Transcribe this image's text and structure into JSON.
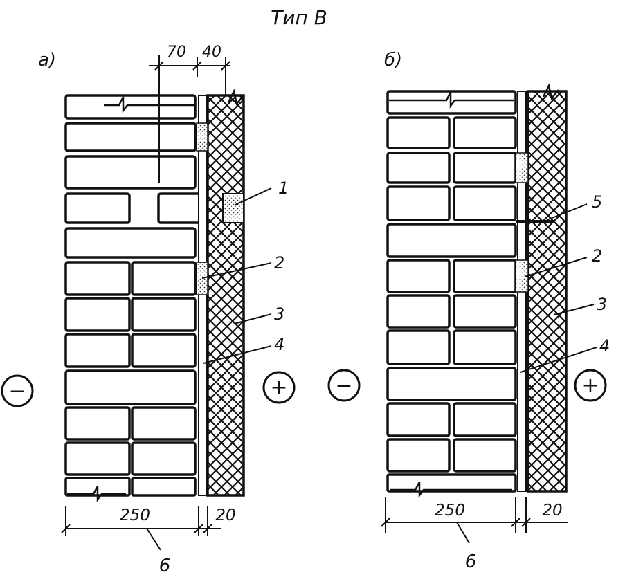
{
  "title": "Тип В",
  "panel_a": {
    "label": "а)",
    "dim_top_left": "70",
    "dim_top_right": "40",
    "dim_bottom_wall": "250",
    "dim_bottom_layer": "20",
    "bottom_callout": "6",
    "callouts": [
      "1",
      "2",
      "3",
      "4"
    ],
    "sign_left": "−",
    "sign_right": "+"
  },
  "panel_b": {
    "label": "б)",
    "dim_bottom_wall": "250",
    "dim_bottom_layer": "20",
    "bottom_callout": "6",
    "callouts": [
      "5",
      "2",
      "3",
      "4"
    ],
    "sign_left": "−",
    "sign_right": "+"
  }
}
